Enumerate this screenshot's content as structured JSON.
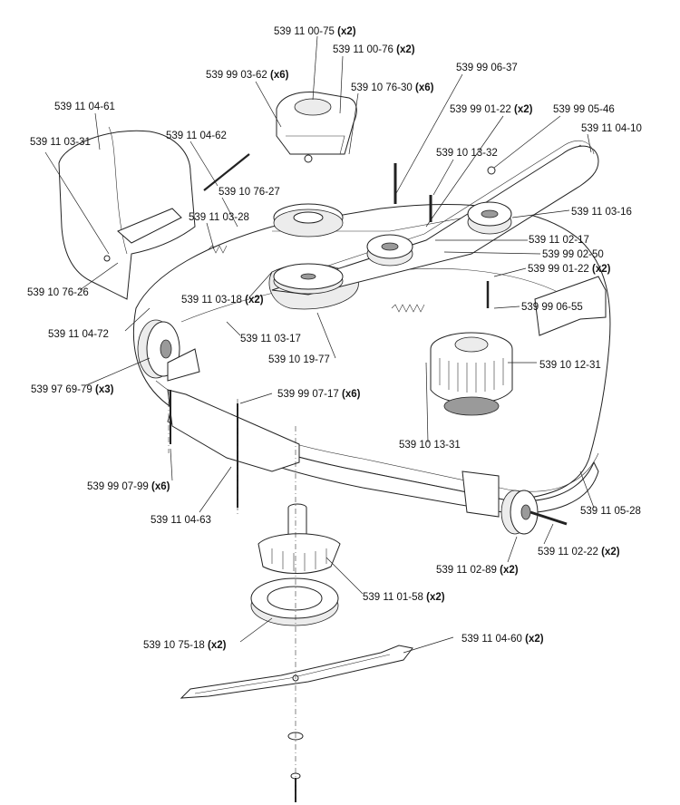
{
  "labels": [
    {
      "id": "p1",
      "part": "539 11 00-75",
      "qty": "(x2)"
    },
    {
      "id": "p2",
      "part": "539 11 00-76",
      "qty": "(x2)"
    },
    {
      "id": "p3",
      "part": "539 99 03-62",
      "qty": "(x6)"
    },
    {
      "id": "p4",
      "part": "539 10 76-30",
      "qty": "(x6)"
    },
    {
      "id": "p5",
      "part": "539 99 06-37",
      "qty": ""
    },
    {
      "id": "p6",
      "part": "539 11 04-61",
      "qty": ""
    },
    {
      "id": "p7",
      "part": "539 99 01-22",
      "qty": "(x2)"
    },
    {
      "id": "p8",
      "part": "539 99 05-46",
      "qty": ""
    },
    {
      "id": "p9",
      "part": "539 11 03-31",
      "qty": ""
    },
    {
      "id": "p10",
      "part": "539 11 04-62",
      "qty": ""
    },
    {
      "id": "p11",
      "part": "539 11 04-10",
      "qty": ""
    },
    {
      "id": "p12",
      "part": "539 10 13-32",
      "qty": ""
    },
    {
      "id": "p13",
      "part": "539 10 76-27",
      "qty": ""
    },
    {
      "id": "p14",
      "part": "539 11 03-28",
      "qty": ""
    },
    {
      "id": "p15",
      "part": "539 11 03-16",
      "qty": ""
    },
    {
      "id": "p16",
      "part": "539 11 02-17",
      "qty": ""
    },
    {
      "id": "p17",
      "part": "539 99 02-50",
      "qty": ""
    },
    {
      "id": "p18",
      "part": "539 99 01-22",
      "qty": "(x2)"
    },
    {
      "id": "p19",
      "part": "539 10 76-26",
      "qty": ""
    },
    {
      "id": "p20",
      "part": "539 11 03-18",
      "qty": "(x2)"
    },
    {
      "id": "p21",
      "part": "539 99 06-55",
      "qty": ""
    },
    {
      "id": "p22",
      "part": "539 11 04-72",
      "qty": ""
    },
    {
      "id": "p23",
      "part": "539 11 03-17",
      "qty": ""
    },
    {
      "id": "p24",
      "part": "539 10 19-77",
      "qty": ""
    },
    {
      "id": "p25",
      "part": "539 10 12-31",
      "qty": ""
    },
    {
      "id": "p26",
      "part": "539 97 69-79",
      "qty": "(x3)"
    },
    {
      "id": "p27",
      "part": "539 99 07-17",
      "qty": "(x6)"
    },
    {
      "id": "p28",
      "part": "539 10 13-31",
      "qty": ""
    },
    {
      "id": "p29",
      "part": "539 99 07-99",
      "qty": "(x6)"
    },
    {
      "id": "p30",
      "part": "539 11 05-28",
      "qty": ""
    },
    {
      "id": "p31",
      "part": "539 11 04-63",
      "qty": ""
    },
    {
      "id": "p32",
      "part": "539 11 02-22",
      "qty": "(x2)"
    },
    {
      "id": "p33",
      "part": "539 11 02-89",
      "qty": "(x2)"
    },
    {
      "id": "p34",
      "part": "539 11 01-58",
      "qty": "(x2)"
    },
    {
      "id": "p35",
      "part": "539 10 75-18",
      "qty": "(x2)"
    },
    {
      "id": "p36",
      "part": "539 11 04-60",
      "qty": "(x2)"
    }
  ]
}
